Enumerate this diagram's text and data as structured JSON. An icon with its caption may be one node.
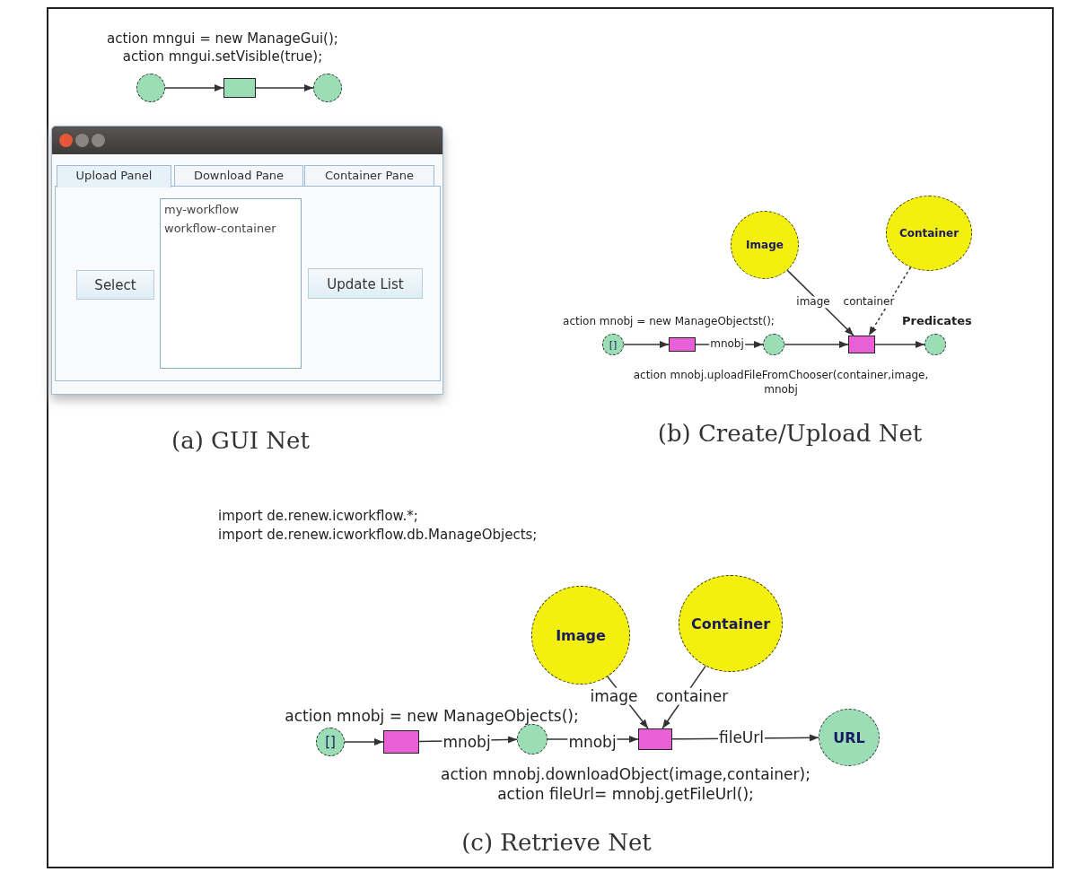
{
  "diagram": {
    "nodes": [
      {
        "text": [],
        "shape": "circle"
      },
      {
        "text": [],
        "shape": "box",
        "beside": [
          "action mngui = new ManageGui(); action mngui.setVisible(true);"
        ]
      },
      {
        "text": [],
        "shape": "circle"
      },
      {
        "text": [
          "[]"
        ]
      },
      {
        "text": [],
        "shape": "box",
        "beside": [
          "action mnobj = new ManageObjectst();"
        ]
      },
      {
        "text": [],
        "shape": "circle"
      },
      {
        "text": [
          "Image"
        ]
      },
      {
        "text": [
          "Container"
        ]
      },
      {
        "text": [],
        "shape": "box",
        "beside": [
          "action mnobj.uploadFileFromChooser(container,image, mnobj"
        ]
      },
      {
        "text": [],
        "shape": "circle",
        "beside": [
          "Predicates"
        ]
      },
      {
        "text": [
          "[]"
        ]
      },
      {
        "text": [],
        "shape": "box",
        "beside": [
          "action mnobj = new ManageObjects();"
        ]
      },
      {
        "text": [],
        "shape": "circle"
      },
      {
        "text": [
          "Image"
        ]
      },
      {
        "text": [
          "Container"
        ]
      },
      {
        "text": [],
        "shape": "box",
        "beside": [
          "action mnobj.downloadObject(image,container); action fileUrl= mnobj.getFileUrl();"
        ]
      },
      {
        "text": [
          "URL"
        ]
      }
    ],
    "edges": [
      {
        "from": 0,
        "to": 1,
        "arrow": "to"
      },
      {
        "from": 1,
        "to": 2,
        "arrow": "to"
      },
      {
        "from": 3,
        "to": 4,
        "arrow": "to"
      },
      {
        "from": 4,
        "to": 5,
        "arrow": "to",
        "label": "mnobj"
      },
      {
        "from": 5,
        "to": 8,
        "arrow": "to"
      },
      {
        "from": 6,
        "to": 8,
        "arrow": "to",
        "label": "image"
      },
      {
        "from": 7,
        "to": 8,
        "arrow": "to",
        "label": "container",
        "style": "dashed"
      },
      {
        "from": 8,
        "to": 9,
        "arrow": "to"
      },
      {
        "from": 10,
        "to": 11,
        "arrow": "to"
      },
      {
        "from": 11,
        "to": 12,
        "arrow": "to",
        "label": "mnobj"
      },
      {
        "from": 12,
        "to": 15,
        "arrow": "to",
        "label": "mnobj"
      },
      {
        "from": 13,
        "to": 15,
        "arrow": "to",
        "label": "image"
      },
      {
        "from": 14,
        "to": 15,
        "arrow": "to",
        "label": "container"
      },
      {
        "from": 15,
        "to": 16,
        "arrow": "to",
        "label": "fileUrl"
      }
    ],
    "labels": [
      "Upload Panel",
      "Download Pane",
      "Container Pane",
      "my-workflow",
      "workflow-container",
      "Select",
      "Update List",
      "(a) GUI Net",
      "(b) Create/Upload Net",
      "import de.renew.icworkflow.*;",
      "import de.renew.icworkflow.db.ManageObjects;",
      "(c) Retrieve Net"
    ]
  }
}
